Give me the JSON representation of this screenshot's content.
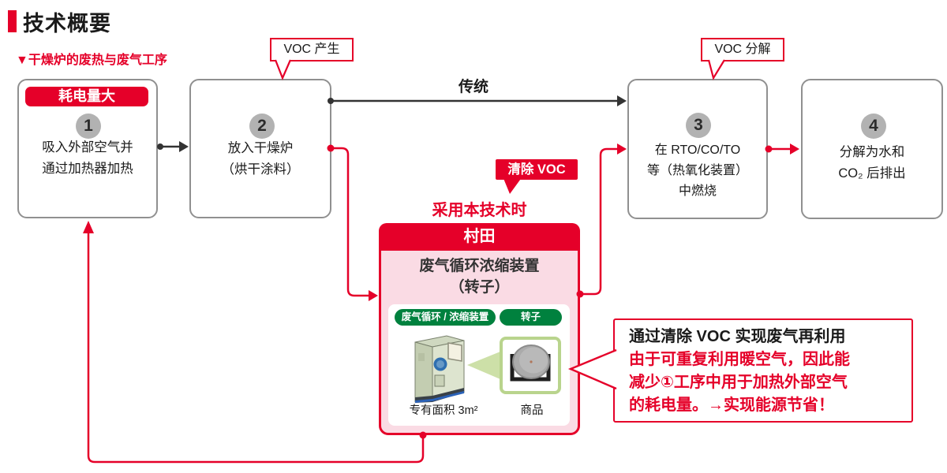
{
  "page": {
    "title": "技术概要",
    "process_label": "▼干燥炉的废热与废气工序",
    "traditional_label": "传统"
  },
  "callouts": {
    "voc_generate": "VOC 产生",
    "voc_decompose": "VOC 分解",
    "voc_remove": "清除 VOC",
    "adoption": "采用本技术时"
  },
  "steps": [
    {
      "num": "1",
      "badge": "耗电量大",
      "lines": [
        "吸入外部空气并",
        "通过加热器加热"
      ]
    },
    {
      "num": "2",
      "lines": [
        "放入干燥炉",
        "（烘干涂料）"
      ]
    },
    {
      "num": "3",
      "lines": [
        "在 RTO/CO/TO",
        "等（热氧化装置）",
        "中燃烧"
      ]
    },
    {
      "num": "4",
      "lines": [
        "分解为水和",
        "CO₂ 后排出"
      ]
    }
  ],
  "murata": {
    "header": "村田",
    "product_line1": "废气循环浓缩装置",
    "product_line2": "（转子）",
    "tag_left": "废气循环 / 浓缩装置",
    "tag_right": "转子",
    "caption_left": "专有面积 3m²",
    "caption_right": "商品"
  },
  "bubble": {
    "line1": "通过清除 VOC 实现废气再利用",
    "line2": "由于可重复利用暖空气，因此能",
    "line3": "减少①工序中用于加热外部空气",
    "line4": "的耗电量。→实现能源节省！"
  },
  "colors": {
    "red": "#e50029",
    "gray_border": "#909090",
    "circle_gray": "#b2b2b2",
    "pink": "#fadbe4",
    "green": "#00813e",
    "light_green": "#b9d48d"
  }
}
